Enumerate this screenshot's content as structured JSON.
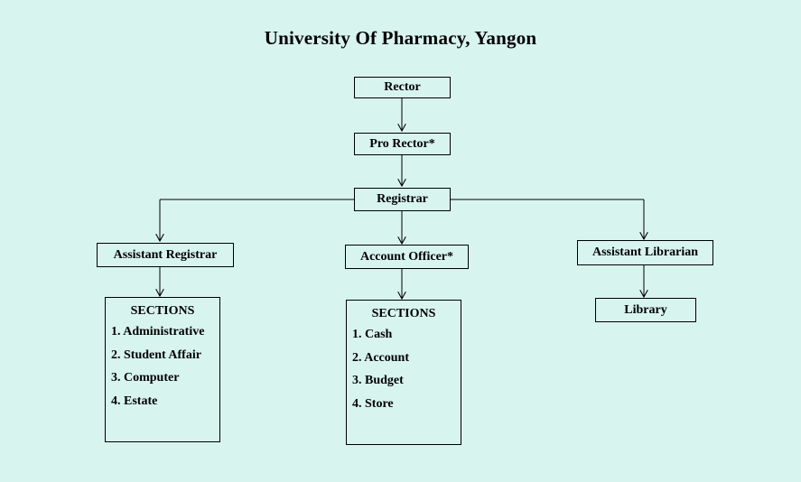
{
  "title": "University Of Pharmacy, Yangon",
  "nodes": {
    "rector": "Rector",
    "pro_rector": "Pro Rector*",
    "registrar": "Registrar",
    "assistant_registrar": "Assistant Registrar",
    "account_officer": "Account Officer*",
    "assistant_librarian": "Assistant Librarian",
    "library": "Library"
  },
  "registrar_sections": {
    "heading": "SECTIONS",
    "items": [
      "1. Administrative",
      "2. Student Affair",
      "3. Computer",
      "4. Estate"
    ]
  },
  "account_sections": {
    "heading": "SECTIONS",
    "items": [
      "1. Cash",
      "2. Account",
      "3. Budget",
      "4. Store"
    ]
  },
  "colors": {
    "background": "#d8f4ef",
    "line": "#000000"
  }
}
